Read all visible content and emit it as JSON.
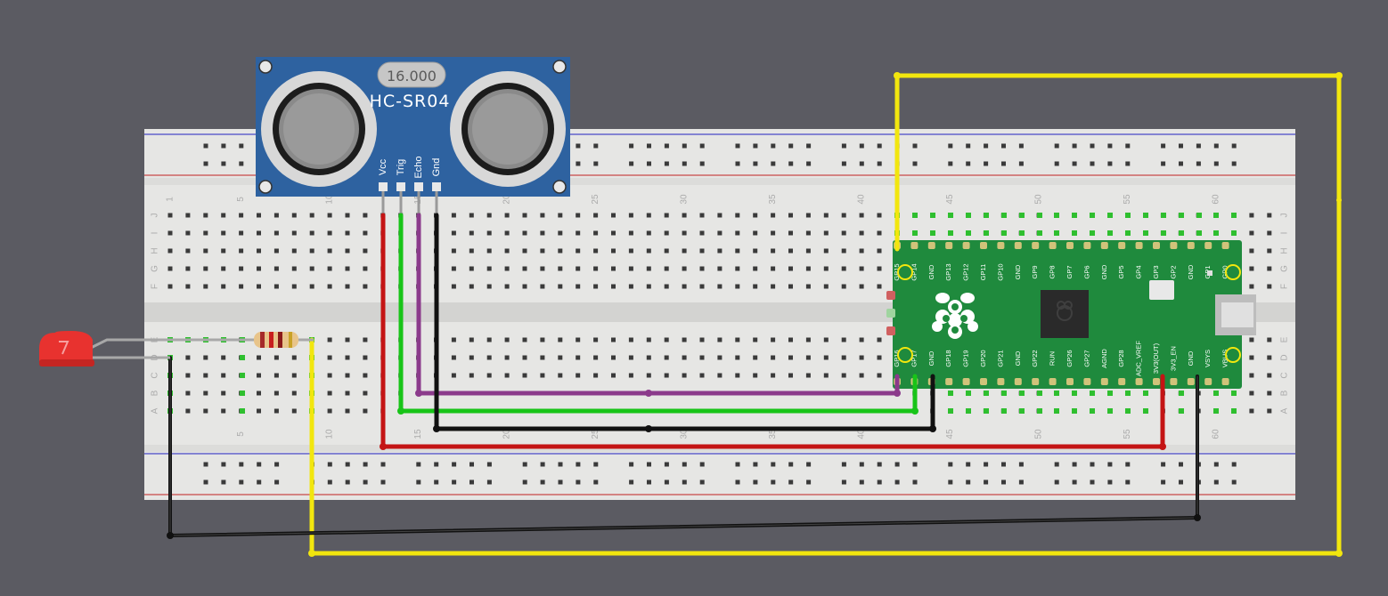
{
  "sensor": {
    "model": "HC-SR04",
    "value": "16.000",
    "pins": [
      "Vcc",
      "Trig",
      "Echo",
      "Gnd"
    ]
  },
  "breadboard": {
    "top_columns": [
      "1",
      "5",
      "10",
      "15",
      "20",
      "25",
      "30",
      "35",
      "40",
      "45",
      "50",
      "55",
      "60"
    ],
    "bottom_columns": [
      "5",
      "10",
      "15",
      "20",
      "25",
      "30",
      "35",
      "40",
      "45",
      "50",
      "55",
      "60"
    ],
    "upper_rows": [
      "J",
      "I",
      "H",
      "G",
      "F"
    ],
    "lower_rows": [
      "E",
      "D",
      "C",
      "B",
      "A"
    ]
  },
  "pico": {
    "top_pins": [
      "GP15",
      "GP14",
      "GND",
      "GP13",
      "GP12",
      "GP11",
      "GP10",
      "GND",
      "GP9",
      "GP8",
      "GP7",
      "GP6",
      "GND",
      "GP5",
      "GP4",
      "GP3",
      "GP2",
      "GND",
      "GP1",
      "GP0"
    ],
    "bottom_pins": [
      "GP16",
      "GP17",
      "GND",
      "GP18",
      "GP19",
      "GP20",
      "GP21",
      "GND",
      "GP22",
      "RUN",
      "GP26",
      "GP27",
      "AGND",
      "GP28",
      "ADC_VREF",
      "3V3(OUT)",
      "3V3_EN",
      "GND",
      "VSYS",
      "VBUS"
    ]
  },
  "colors": {
    "background": "#5b5b62",
    "breadboard": "#e6e6e4",
    "sensor_board": "#2e62a0",
    "pico_board": "#1f8a3d",
    "wire_red": "#c41414",
    "wire_green": "#18c418",
    "wire_black": "#111111",
    "wire_purple": "#8b3a8b",
    "wire_yellow": "#f2e60e",
    "led": "#e8322f"
  }
}
